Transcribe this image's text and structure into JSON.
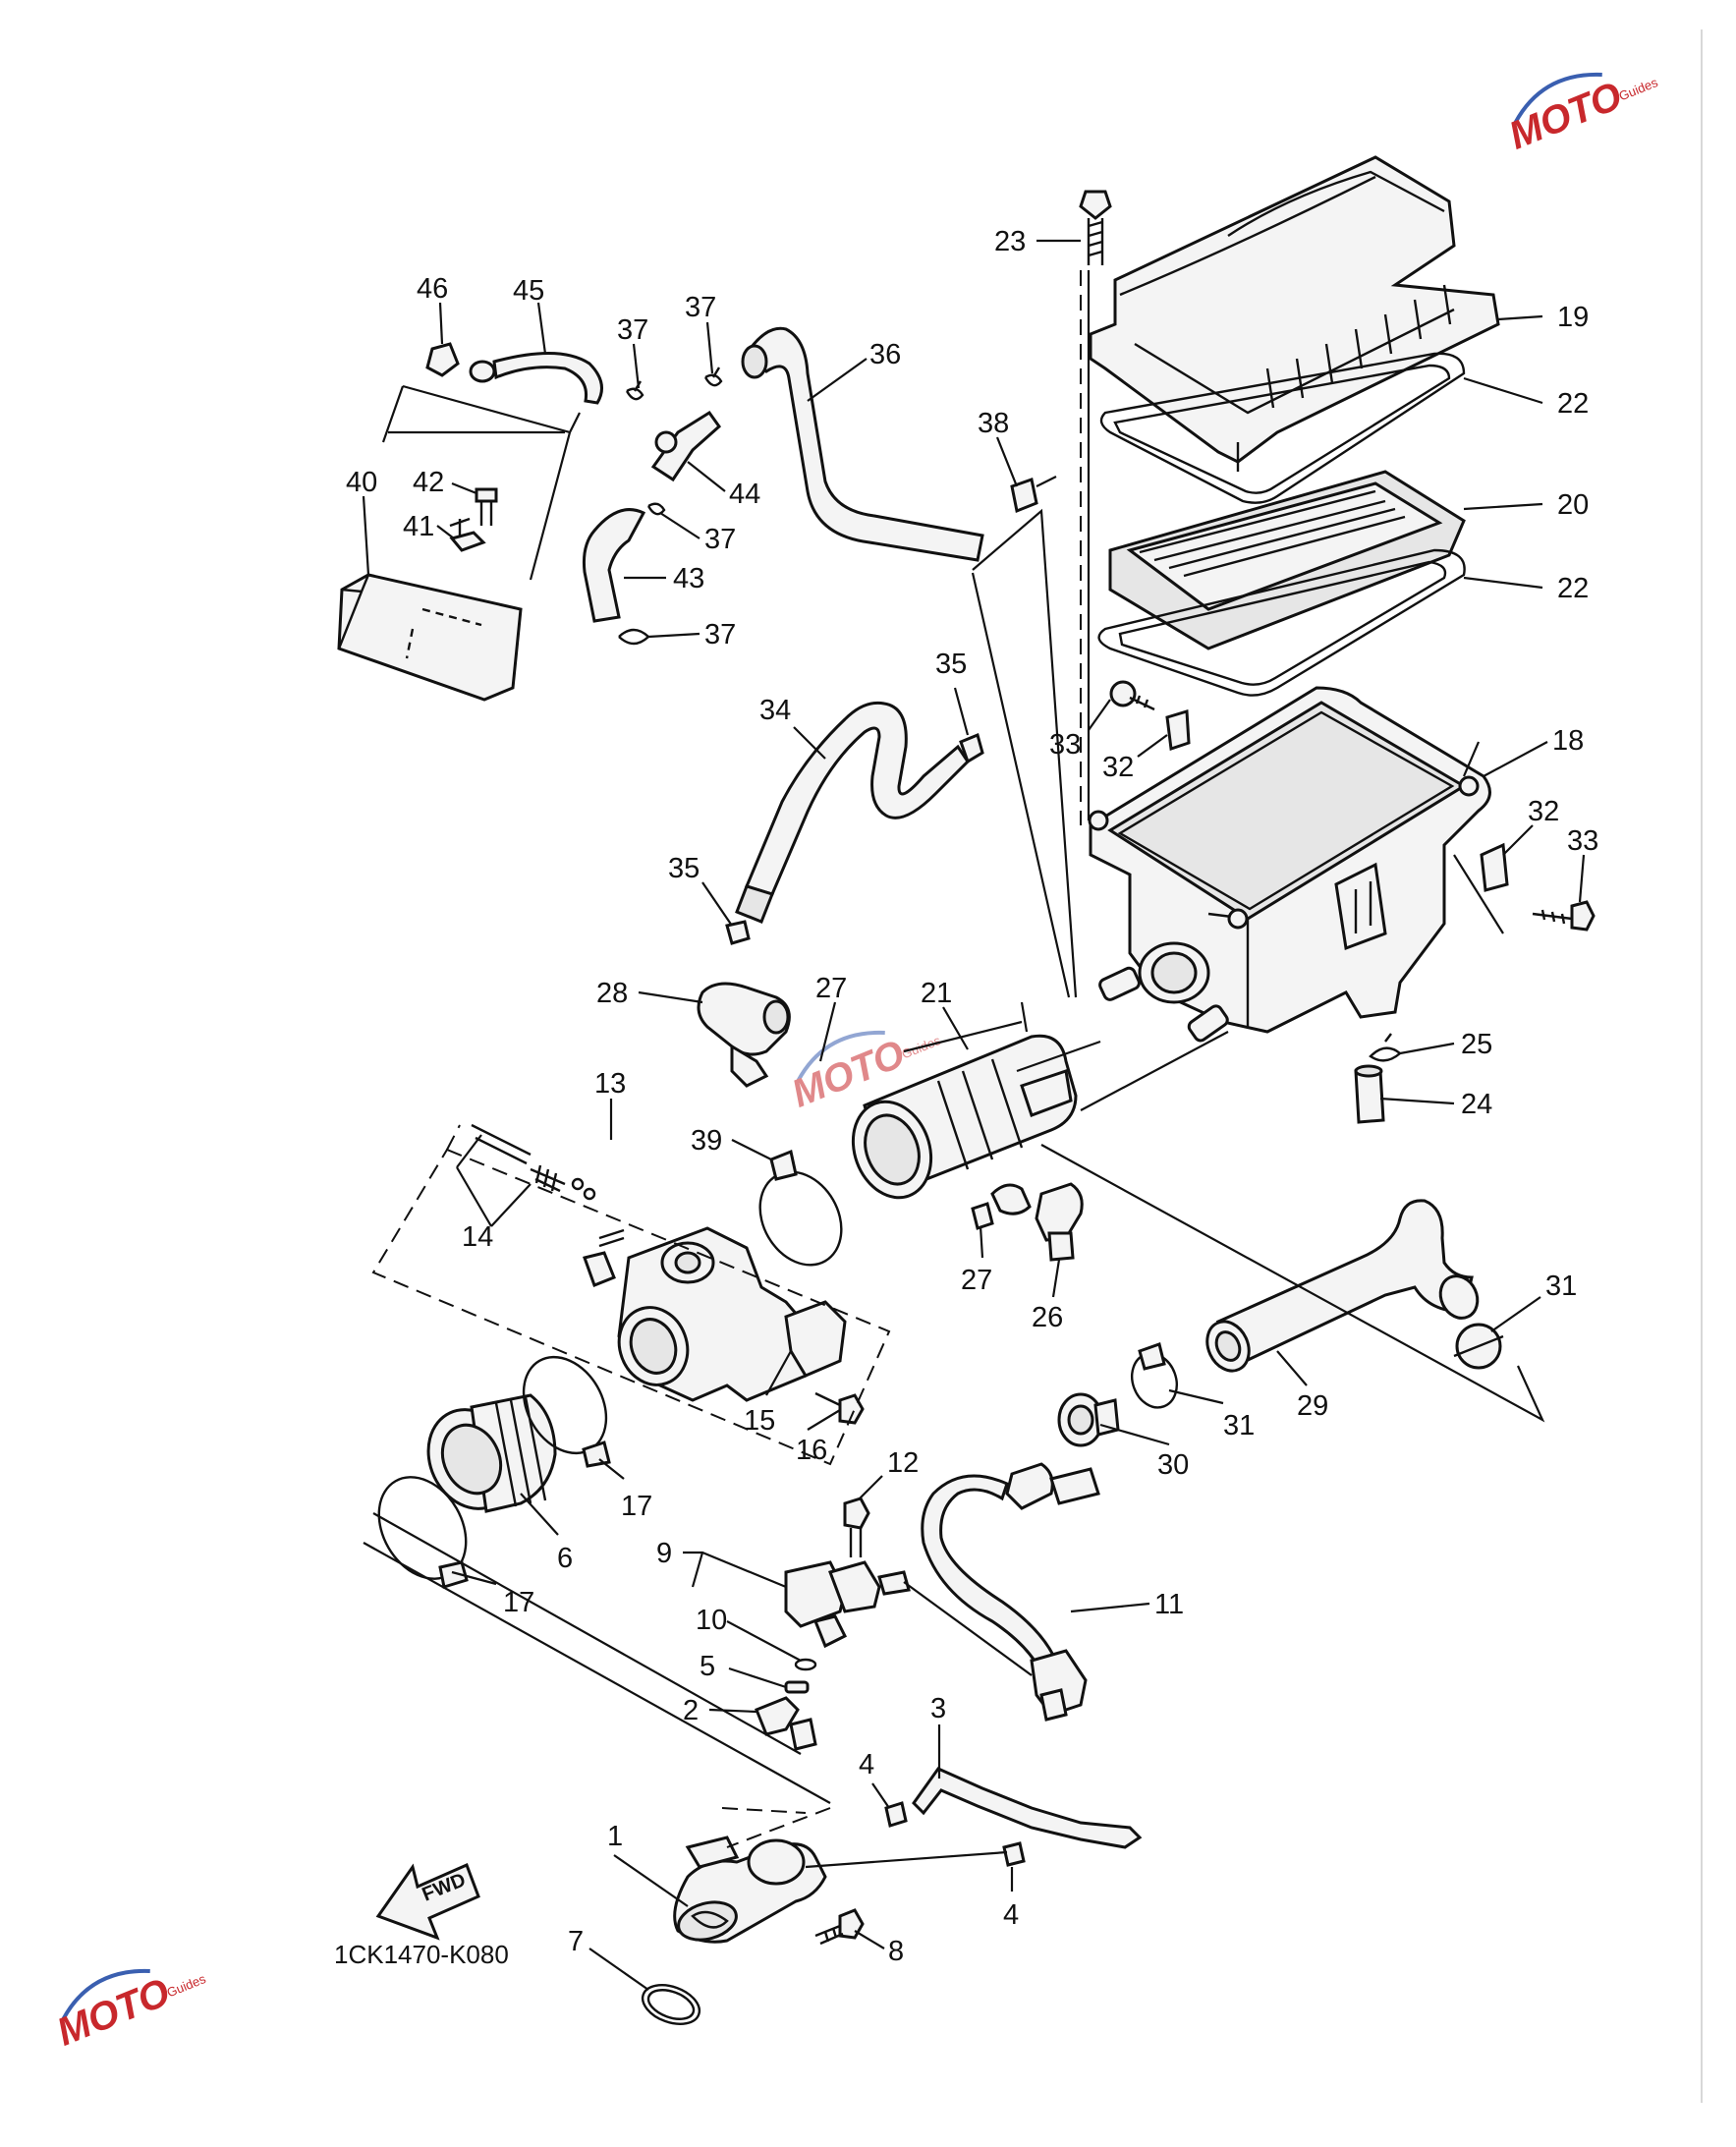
{
  "diagram": {
    "code": "1CK1470-K080",
    "fwd_label": "FWD",
    "watermark": {
      "text": "MOTO",
      "sub": "Guides"
    },
    "callouts": [
      {
        "id": "c1",
        "label": "1"
      },
      {
        "id": "c2",
        "label": "2"
      },
      {
        "id": "c3",
        "label": "3"
      },
      {
        "id": "c4a",
        "label": "4"
      },
      {
        "id": "c4b",
        "label": "4"
      },
      {
        "id": "c5",
        "label": "5"
      },
      {
        "id": "c6",
        "label": "6"
      },
      {
        "id": "c7",
        "label": "7"
      },
      {
        "id": "c8",
        "label": "8"
      },
      {
        "id": "c9",
        "label": "9"
      },
      {
        "id": "c10",
        "label": "10"
      },
      {
        "id": "c11",
        "label": "11"
      },
      {
        "id": "c12",
        "label": "12"
      },
      {
        "id": "c13",
        "label": "13"
      },
      {
        "id": "c14",
        "label": "14"
      },
      {
        "id": "c15",
        "label": "15"
      },
      {
        "id": "c16",
        "label": "16"
      },
      {
        "id": "c17a",
        "label": "17"
      },
      {
        "id": "c17b",
        "label": "17"
      },
      {
        "id": "c18",
        "label": "18"
      },
      {
        "id": "c19",
        "label": "19"
      },
      {
        "id": "c20",
        "label": "20"
      },
      {
        "id": "c21",
        "label": "21"
      },
      {
        "id": "c22a",
        "label": "22"
      },
      {
        "id": "c22b",
        "label": "22"
      },
      {
        "id": "c23",
        "label": "23"
      },
      {
        "id": "c24",
        "label": "24"
      },
      {
        "id": "c25",
        "label": "25"
      },
      {
        "id": "c26",
        "label": "26"
      },
      {
        "id": "c27a",
        "label": "27"
      },
      {
        "id": "c27b",
        "label": "27"
      },
      {
        "id": "c28",
        "label": "28"
      },
      {
        "id": "c29",
        "label": "29"
      },
      {
        "id": "c30",
        "label": "30"
      },
      {
        "id": "c31a",
        "label": "31"
      },
      {
        "id": "c31b",
        "label": "31"
      },
      {
        "id": "c32a",
        "label": "32"
      },
      {
        "id": "c32b",
        "label": "32"
      },
      {
        "id": "c33a",
        "label": "33"
      },
      {
        "id": "c33b",
        "label": "33"
      },
      {
        "id": "c34",
        "label": "34"
      },
      {
        "id": "c35a",
        "label": "35"
      },
      {
        "id": "c35b",
        "label": "35"
      },
      {
        "id": "c36",
        "label": "36"
      },
      {
        "id": "c37a",
        "label": "37"
      },
      {
        "id": "c37b",
        "label": "37"
      },
      {
        "id": "c37c",
        "label": "37"
      },
      {
        "id": "c37d",
        "label": "37"
      },
      {
        "id": "c38",
        "label": "38"
      },
      {
        "id": "c39",
        "label": "39"
      },
      {
        "id": "c40",
        "label": "40"
      },
      {
        "id": "c41",
        "label": "41"
      },
      {
        "id": "c42",
        "label": "42"
      },
      {
        "id": "c43",
        "label": "43"
      },
      {
        "id": "c44",
        "label": "44"
      },
      {
        "id": "c45",
        "label": "45"
      },
      {
        "id": "c46",
        "label": "46"
      }
    ]
  }
}
